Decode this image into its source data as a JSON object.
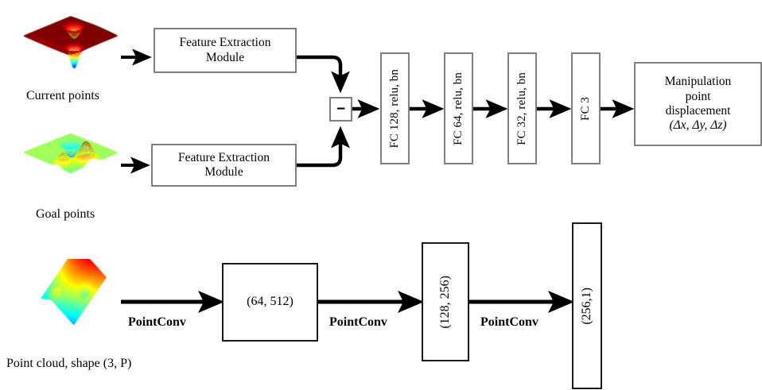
{
  "diagram": {
    "title": "Manipulation point displacement network architecture",
    "colors": {
      "box_border_gray": "#808080",
      "box_border_black": "#1a1a1a",
      "arrow": "#000000",
      "background": "#ffffff"
    }
  },
  "inputs": [
    {
      "id": "current",
      "caption": "Current points",
      "cloud": "heightmap-red-cloud"
    },
    {
      "id": "goal",
      "caption": "Goal points",
      "cloud": "heightmap-green-cloud"
    },
    {
      "id": "pointcloud",
      "caption": "Point cloud, shape (3, P)",
      "cloud": "heightmap-rainbow-cloud"
    }
  ],
  "feature_modules": [
    {
      "line1": "Feature Extraction",
      "line2": "Module"
    },
    {
      "line1": "Feature Extraction",
      "line2": "Module"
    }
  ],
  "operator": {
    "symbol": "−",
    "name": "subtract"
  },
  "fc_layers": [
    {
      "label": "FC 128, relu, bn"
    },
    {
      "label": "FC 64, relu, bn"
    },
    {
      "label": "FC 32, relu, bn"
    },
    {
      "label": "FC 3"
    }
  ],
  "output_box": {
    "line1": "Manipulation",
    "line2": "point",
    "line3": "displacement",
    "line4_prefix": "(Δ",
    "line4": "(Δx, Δy, Δz)"
  },
  "pointconv_stage": {
    "edge_label": "PointConv",
    "edges": [
      "PointConv",
      "PointConv",
      "PointConv"
    ],
    "blocks": [
      {
        "label": "(64, 512)",
        "orientation": "horizontal"
      },
      {
        "label": "(128, 256)",
        "orientation": "vertical"
      },
      {
        "label": "(256,1)",
        "orientation": "vertical"
      }
    ]
  }
}
